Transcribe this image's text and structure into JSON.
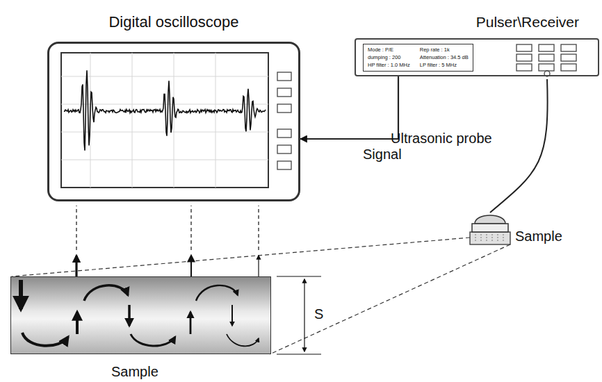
{
  "diagram": {
    "nodes": [
      {
        "text": [
          "Digital oscilloscope"
        ]
      },
      {
        "text": [
          "Pulser\\Receiver"
        ]
      },
      {
        "text": [
          "Mode : P/E",
          "Rep rate : 1k",
          "dumping : 200",
          "Attenuation : 34.5 dB",
          "HP filter : 1.0 MHz",
          "LP filter : 5 MHz"
        ],
        "in": 1
      },
      {
        "text": [
          "Ultrasonic probe"
        ]
      },
      {
        "text": [
          "Sample"
        ]
      }
    ],
    "edges": [
      {
        "from": 1,
        "to": 0,
        "arrow": "to",
        "label": "Signal"
      },
      {
        "from": 1,
        "to": 3,
        "arrow": "none"
      }
    ],
    "labels": [
      "Sample",
      "S"
    ]
  }
}
